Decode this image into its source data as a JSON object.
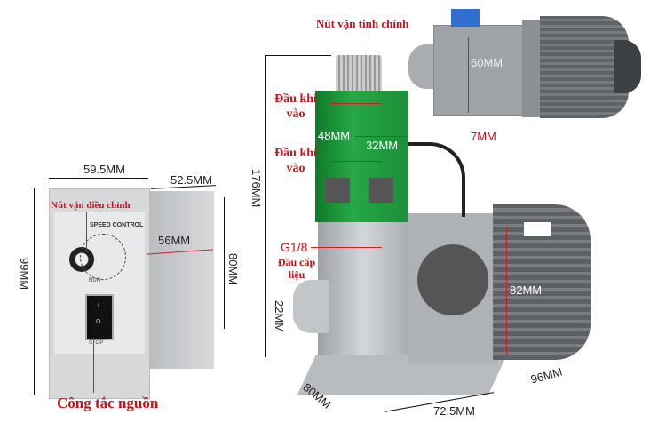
{
  "controller": {
    "panel_title": "SPEED CONTROL",
    "run_label": "RUN",
    "stop_label": "STOP",
    "switch_on": "I",
    "switch_off": "O"
  },
  "labels": {
    "fine_knob": "Nút vặn tinh chỉnh",
    "air_inlet_1": "Đầu khí vào",
    "air_inlet_2": "Đầu khí vào",
    "g18": "G1/8",
    "feed_inlet": "Đầu cấp liệu",
    "adjust_knob": "Nút vặn điều chỉnh",
    "power_switch": "Công tắc nguồn"
  },
  "dimensions": {
    "d60": "60MM",
    "d7": "7MM",
    "d48": "48MM",
    "d32": "32MM",
    "d176": "176MM",
    "d59_5": "59.5MM",
    "d52_5": "52.5MM",
    "d56": "56MM",
    "d99": "99MM",
    "d80_ctrl": "80MM",
    "d22": "22MM",
    "d82": "82MM",
    "d80_base": "80MM",
    "d72_5": "72.5MM",
    "d96": "96MM"
  },
  "colors": {
    "label_red": "#c0141c",
    "valve_green": "#1f9a3a",
    "metal": "#b8bcc0",
    "motor": "#6d7074"
  }
}
